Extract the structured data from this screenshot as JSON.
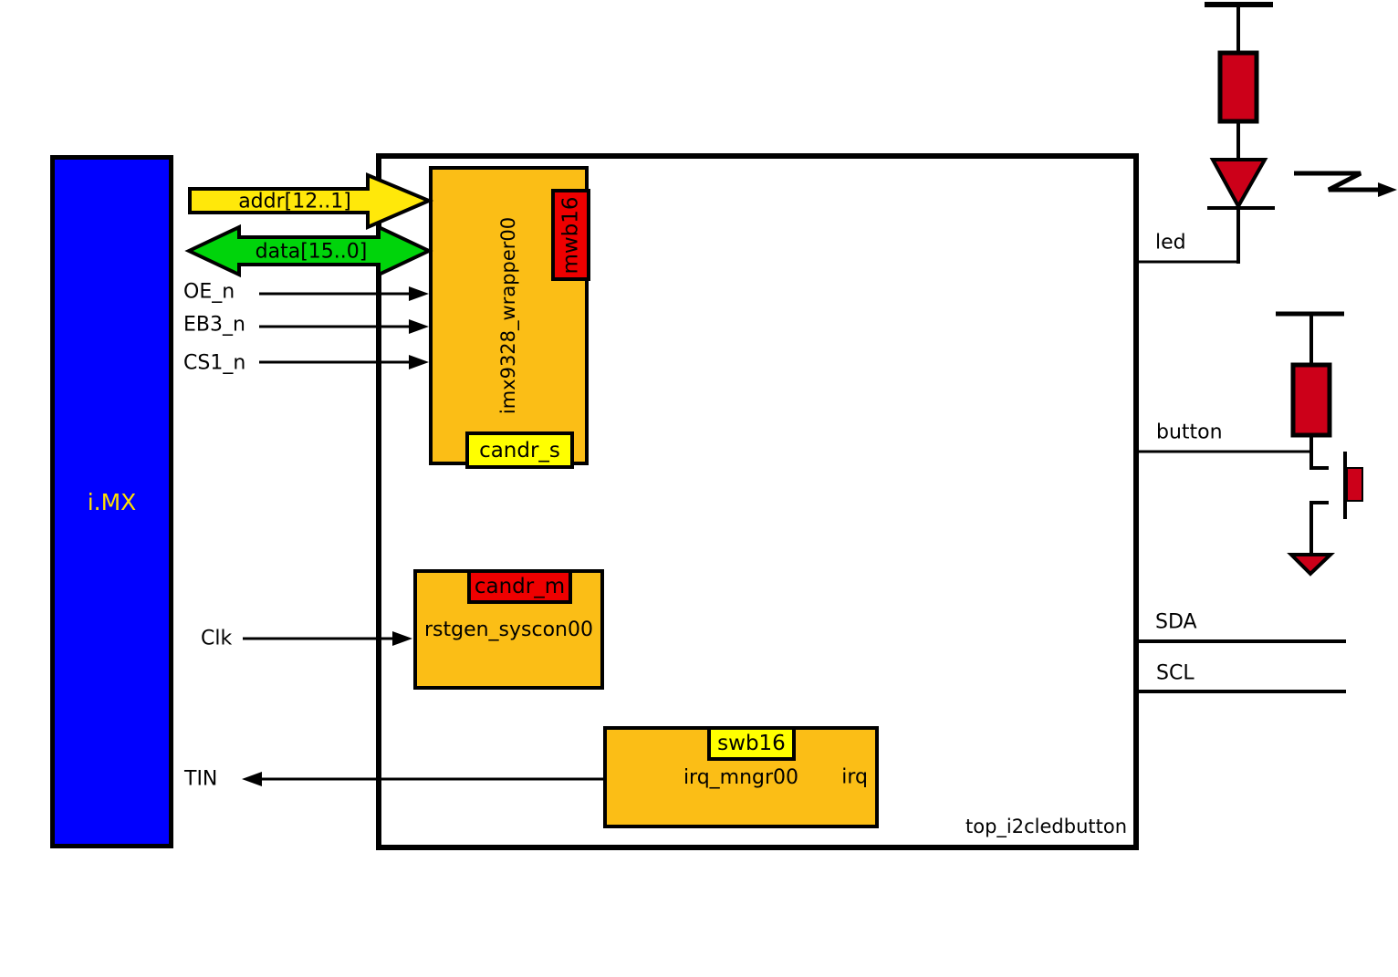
{
  "imx": {
    "label": "i.MX"
  },
  "top_box": {
    "label": "top_i2cledbutton"
  },
  "blocks": {
    "wrapper": {
      "label": "imx9328_wrapper00",
      "tag_side": "mwb16",
      "tag_bottom": "candr_s"
    },
    "rstgen": {
      "label": "rstgen_syscon00",
      "tag": "candr_m"
    },
    "irq": {
      "label": "irq_mngr00",
      "tag": "swb16",
      "port": "irq"
    }
  },
  "buses": {
    "addr": {
      "label": "addr[12..1]"
    },
    "data": {
      "label": "data[15..0]"
    }
  },
  "signals": {
    "oe": "OE_n",
    "eb3": "EB3_n",
    "cs1": "CS1_n",
    "clk": "Clk",
    "tin": "TIN"
  },
  "right_ports": {
    "led": "led",
    "button": "button",
    "sda": "SDA",
    "scl": "SCL"
  },
  "colors": {
    "blue_block": "#0000ff",
    "imx_text": "#ffe000",
    "block_orange": "#fbbe16",
    "tag_red": "#ee0000",
    "tag_yellow": "#ffff00",
    "bus_yellow": "#ffe80a",
    "bus_green": "#00d40b",
    "component_red": "#cc0019",
    "outline": "#000000"
  }
}
